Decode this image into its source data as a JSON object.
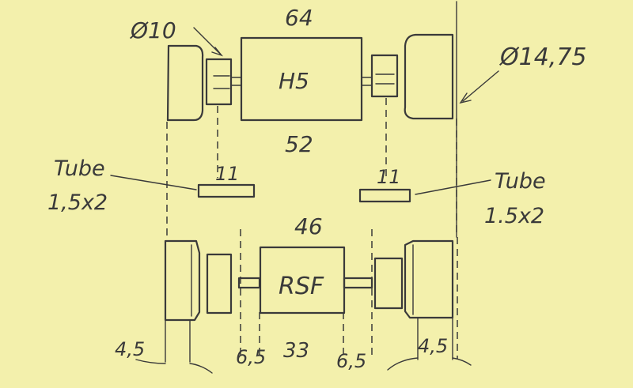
{
  "top_assembly": {
    "left_shaft_diameter": "Ø10",
    "motor_width": "64",
    "motor_label": "H5",
    "motor_inner_length": "52",
    "right_wheel_diameter": "Ø14,75"
  },
  "tubes": {
    "left_label_line1": "Tube",
    "left_label_line2": "1,5x2",
    "left_length": "11",
    "right_length": "11",
    "right_label_line1": "Tube",
    "right_label_line2": "1.5x2"
  },
  "bottom_assembly": {
    "motor_width": "46",
    "motor_label": "RSF",
    "dim_left_wheel": "4,5",
    "dim_left_gap": "6,5",
    "dim_motor_length": "33",
    "dim_right_gap": "6,5",
    "dim_right_wheel": "4,5"
  }
}
